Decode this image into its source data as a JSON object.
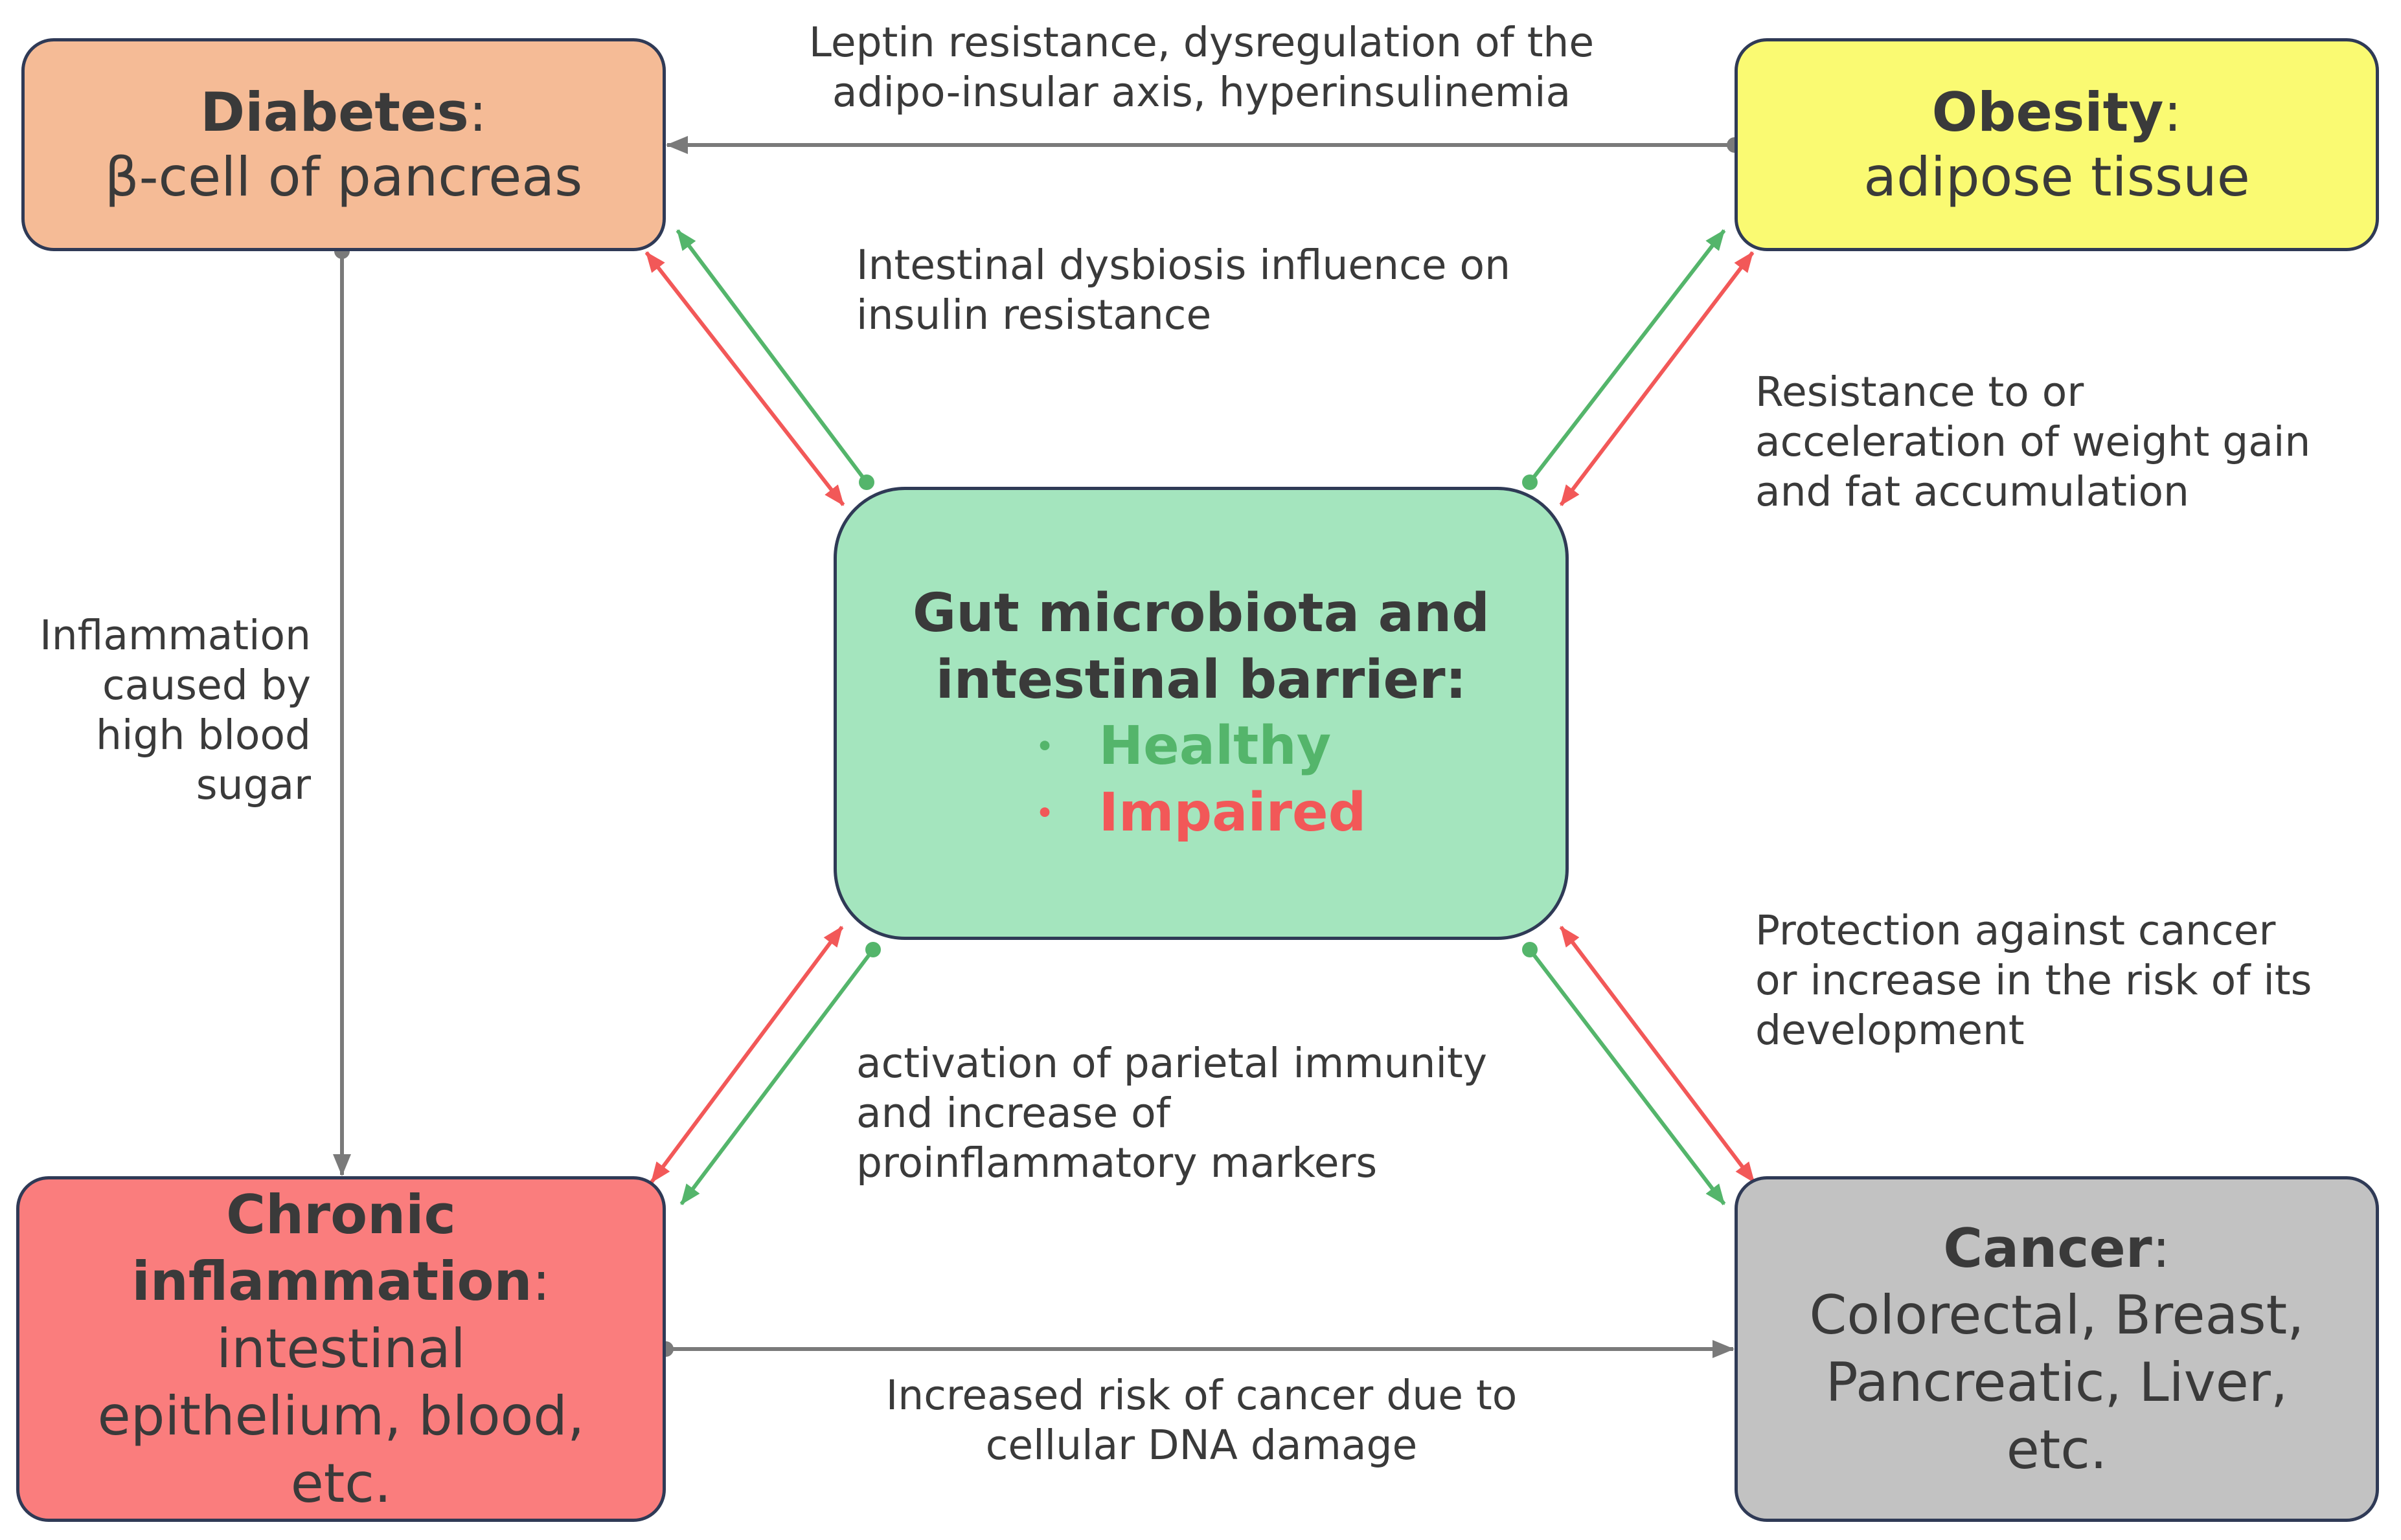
{
  "nodes": {
    "diabetes": {
      "title": "Diabetes",
      "separator": ":",
      "subtitle": "β-cell of pancreas",
      "color": "#f5bb96"
    },
    "obesity": {
      "title": "Obesity",
      "separator": ":",
      "subtitle": "adipose tissue",
      "color": "#fafa72"
    },
    "inflammation": {
      "title_line1": "Chronic",
      "title_line2": "inflammation",
      "separator": ":",
      "subtitle_line1": "intestinal",
      "subtitle_line2": "epithelium, blood,",
      "subtitle_line3": "etc.",
      "color": "#fa7d7d"
    },
    "cancer": {
      "title": "Cancer",
      "separator": ":",
      "subtitle_line1": "Colorectal, Breast,",
      "subtitle_line2": "Pancreatic, Liver,",
      "subtitle_line3": "etc.",
      "color": "#c2c2c2"
    },
    "gut": {
      "title_line1": "Gut microbiota and",
      "title_line2": "intestinal barrier:",
      "statuses": [
        {
          "bullet": "•",
          "label": "Healthy",
          "color": "#54b56b"
        },
        {
          "bullet": "•",
          "label": "Impaired",
          "color": "#f25858"
        }
      ],
      "color": "#a4e5be"
    }
  },
  "edge_labels": {
    "obesity_to_diabetes": {
      "line1": "Leptin resistance, dysregulation of the",
      "line2": "adipo-insular axis, hyperinsulinemia"
    },
    "gut_diabetes": {
      "line1": "Intestinal dysbiosis influence on",
      "line2": "insulin resistance"
    },
    "gut_obesity": {
      "line1": "Resistance to or",
      "line2": "acceleration of weight gain",
      "line3": "and fat accumulation"
    },
    "diabetes_to_inflammation": {
      "line1": "Inflammation",
      "line2": "caused by",
      "line3": "high blood",
      "line4": "sugar"
    },
    "gut_inflammation": {
      "line1": "activation of parietal immunity",
      "line2": "and increase of",
      "line3": "proinflammatory markers"
    },
    "gut_cancer": {
      "line1": "Protection against cancer",
      "line2": "or increase in the risk of its",
      "line3": "development"
    },
    "inflammation_to_cancer": {
      "line1": "Increased risk of cancer due to",
      "line2": "cellular DNA damage"
    }
  },
  "colors": {
    "healthy_arrow": "#54b56b",
    "impaired_arrow": "#f25858",
    "neutral_arrow": "#7a7a7a"
  }
}
